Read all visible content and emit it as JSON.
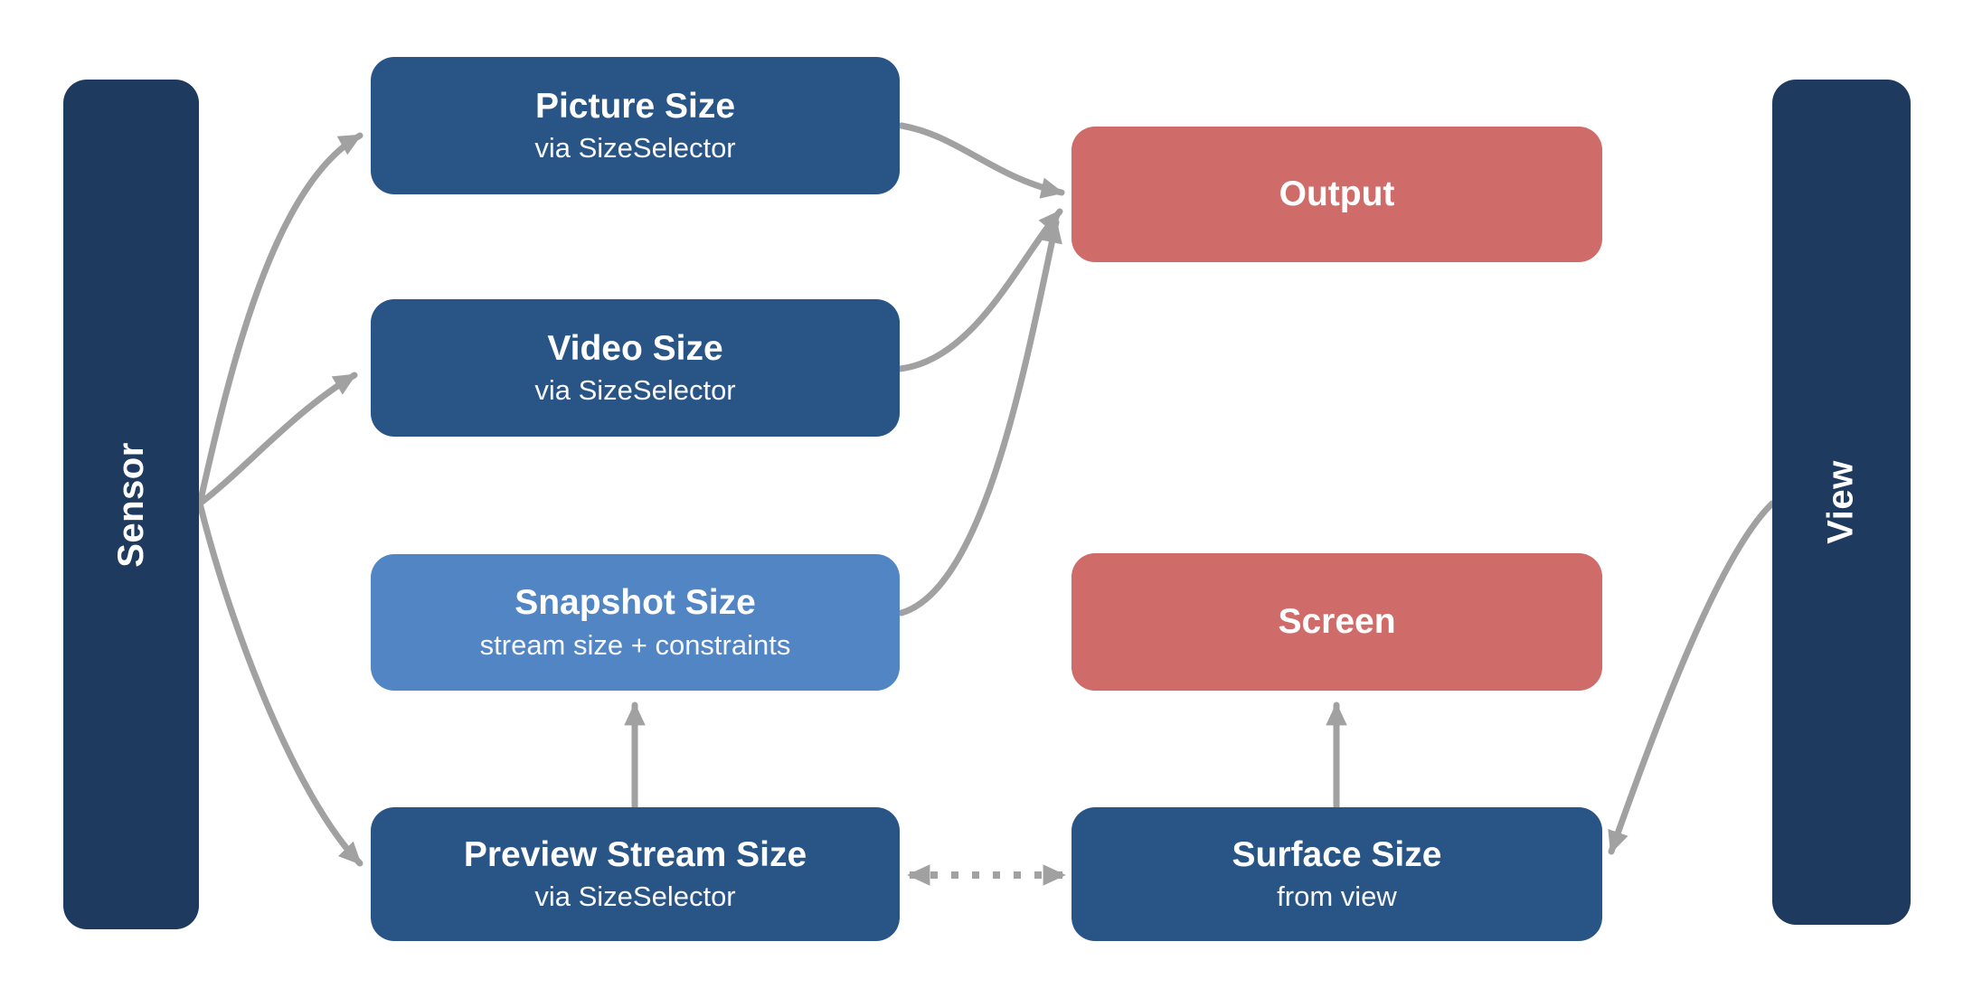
{
  "diagram": {
    "rails": {
      "sensor": {
        "label": "Sensor"
      },
      "view": {
        "label": "View"
      }
    },
    "nodes": {
      "picture": {
        "title": "Picture Size",
        "subtitle": "via SizeSelector"
      },
      "video": {
        "title": "Video Size",
        "subtitle": "via SizeSelector"
      },
      "snapshot": {
        "title": "Snapshot Size",
        "subtitle": "stream size + constraints"
      },
      "preview": {
        "title": "Preview Stream Size",
        "subtitle": "via SizeSelector"
      },
      "output": {
        "title": "Output"
      },
      "screen": {
        "title": "Screen"
      },
      "surface": {
        "title": "Surface Size",
        "subtitle": "from view"
      }
    },
    "edges": [
      {
        "from": "sensor",
        "to": "picture-size",
        "style": "solid-curve"
      },
      {
        "from": "sensor",
        "to": "video-size",
        "style": "solid-curve"
      },
      {
        "from": "sensor",
        "to": "preview-stream-size",
        "style": "solid-curve"
      },
      {
        "from": "picture-size",
        "to": "output",
        "style": "solid-curve"
      },
      {
        "from": "video-size",
        "to": "output",
        "style": "solid-curve"
      },
      {
        "from": "snapshot-size",
        "to": "output",
        "style": "solid-curve"
      },
      {
        "from": "preview-stream-size",
        "to": "snapshot-size",
        "style": "solid-straight"
      },
      {
        "from": "surface-size",
        "to": "screen",
        "style": "solid-straight"
      },
      {
        "from": "preview-stream-size",
        "to": "surface-size",
        "style": "dotted-double-headed"
      },
      {
        "from": "view",
        "to": "surface-size",
        "style": "solid-curve"
      }
    ],
    "colors": {
      "rail_navy": "#1e3a5f",
      "node_blue": "#295586",
      "node_light_blue": "#5285c4",
      "node_red": "#cf6c69",
      "arrow_gray": "#a1a1a1",
      "text_white": "#ffffff",
      "background": "#ffffff"
    }
  }
}
